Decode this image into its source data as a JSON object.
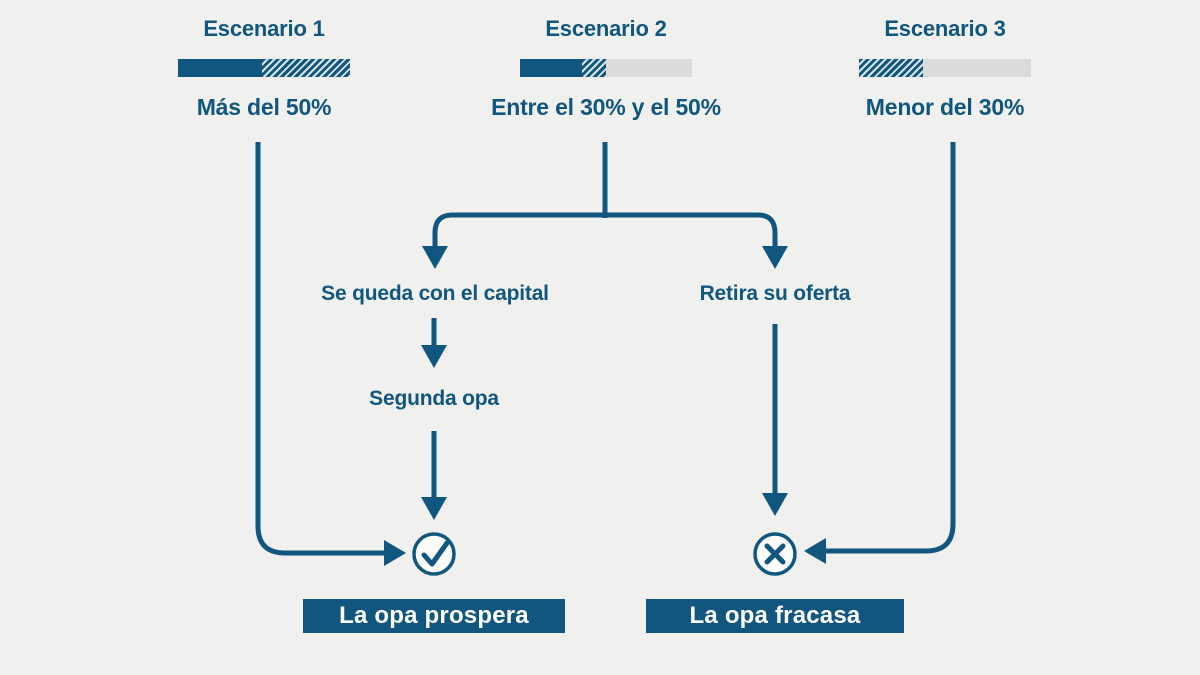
{
  "colors": {
    "blue": "#11567E",
    "background": "#F0F0EE",
    "track": "#DBDBD9",
    "hatch_light": "#D9E4EB",
    "white": "#FFFFFF"
  },
  "scenarios": [
    {
      "title": "Escenario 1",
      "label": "Más del 50%",
      "bar": {
        "segments": [
          {
            "style": "solid",
            "pct": 49
          },
          {
            "style": "hatch",
            "pct": 51
          }
        ]
      }
    },
    {
      "title": "Escenario 2",
      "label": "Entre el 30% y el 50%",
      "bar": {
        "segments": [
          {
            "style": "solid",
            "pct": 36
          },
          {
            "style": "hatch",
            "pct": 14
          },
          {
            "style": "track",
            "pct": 50
          }
        ]
      }
    },
    {
      "title": "Escenario 3",
      "label": "Menor del 30%",
      "bar": {
        "segments": [
          {
            "style": "hatch",
            "pct": 37
          },
          {
            "style": "track",
            "pct": 63
          }
        ]
      }
    }
  ],
  "branches": {
    "left_label": "Se queda con el capital",
    "left_sublabel": "Segunda opa",
    "right_label": "Retira su oferta"
  },
  "outcomes": {
    "success": {
      "label": "La opa prospera",
      "icon": "check-icon"
    },
    "failure": {
      "label": "La opa fracasa",
      "icon": "cross-icon"
    }
  }
}
